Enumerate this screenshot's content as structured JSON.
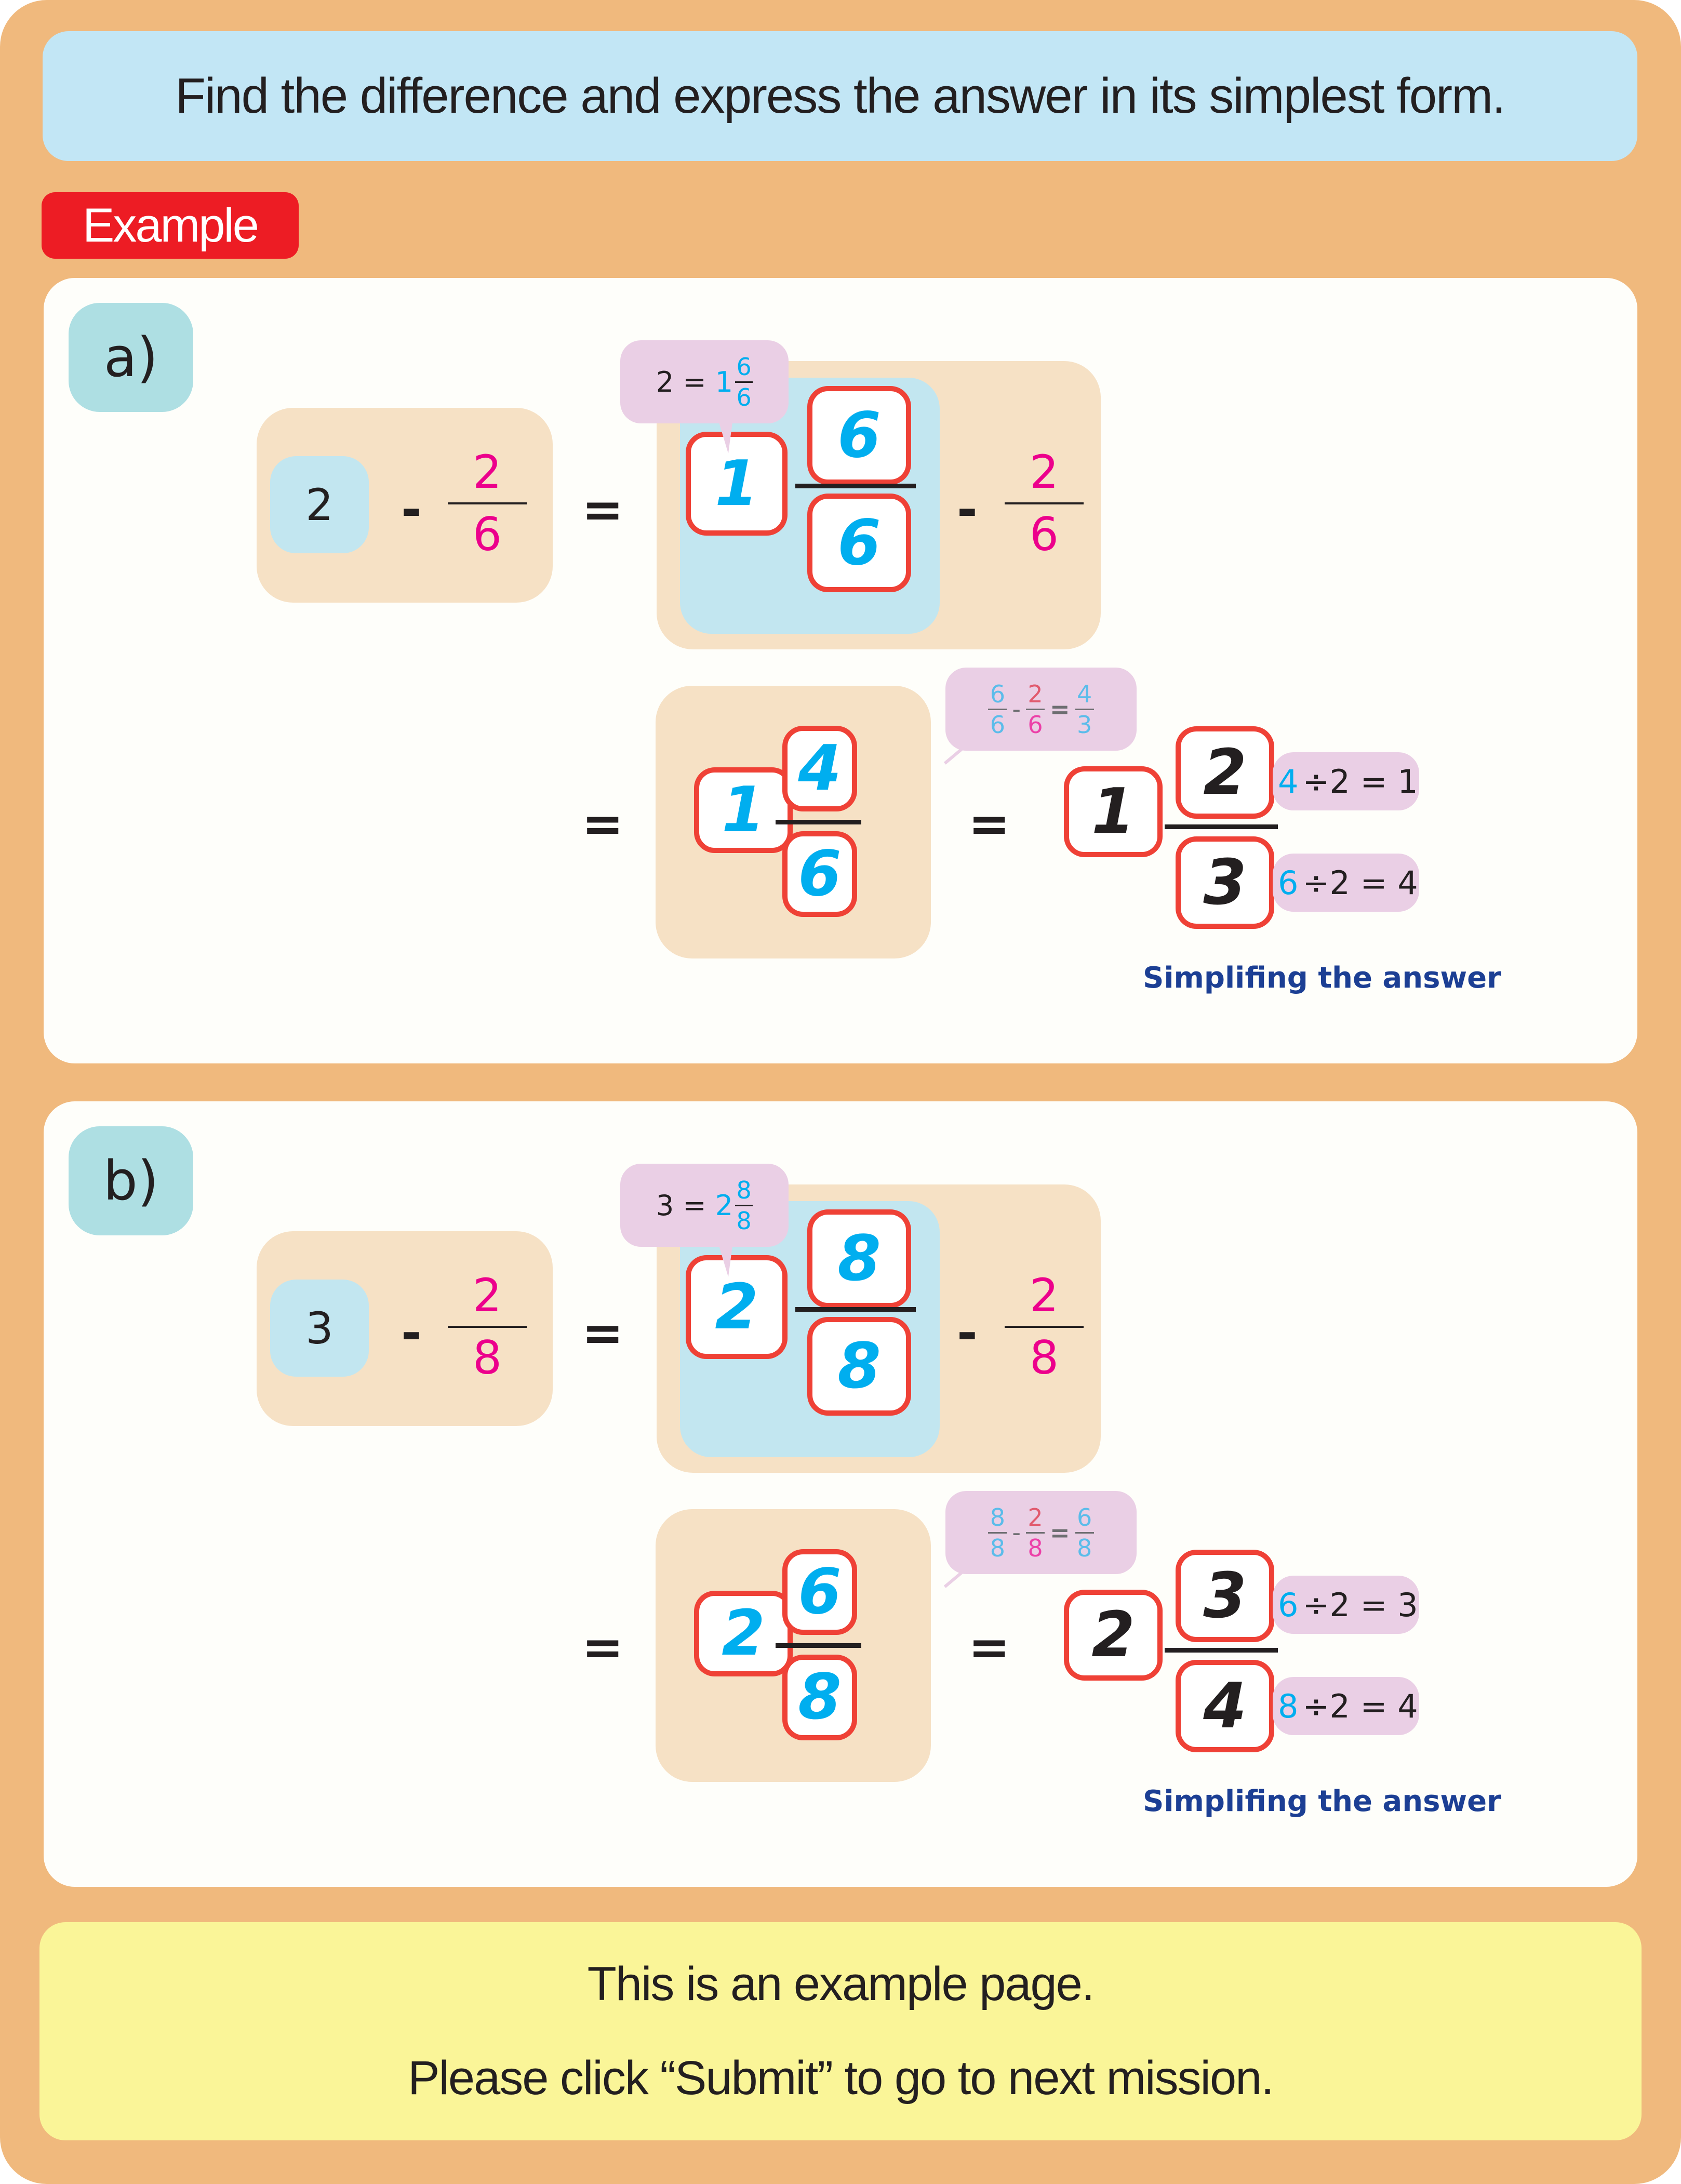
{
  "instruction": "Find the difference and express the answer in its simplest form.",
  "badge": "Example",
  "colors": {
    "frame": "#F0B97D",
    "instruction_bg": "#C2E6F5",
    "badge_bg": "#ED1C24",
    "card_border": "#EF4136",
    "blue_digit": "#00AEEF",
    "pink_digit": "#EC008C",
    "bubble_bg": "#EACFE5",
    "caption": "#1C3F94",
    "footer_bg": "#FAF598"
  },
  "problems": [
    {
      "label": "a)",
      "whole": "2",
      "minus": "-",
      "equals": "=",
      "subtrahend": {
        "num": "2",
        "den": "6"
      },
      "regroup_hint": {
        "lhs": "2",
        "eq": "=",
        "whole": "1",
        "num": "6",
        "den": "6"
      },
      "regrouped": {
        "whole": "1",
        "num": "6",
        "den": "6"
      },
      "step_hint": {
        "a_num": "6",
        "a_den": "6",
        "minus": "-",
        "b_num": "2",
        "b_den": "6",
        "eq": "=",
        "r_num": "4",
        "r_den": "3"
      },
      "difference": {
        "whole": "1",
        "num": "4",
        "den": "6"
      },
      "answer": {
        "whole": "1",
        "num": "2",
        "den": "3"
      },
      "num_hint": {
        "a": "4",
        "op": "÷2 = 1"
      },
      "den_hint": {
        "a": "6",
        "op": "÷2 = 4"
      },
      "caption": "Simplifing the answer"
    },
    {
      "label": "b)",
      "whole": "3",
      "minus": "-",
      "equals": "=",
      "subtrahend": {
        "num": "2",
        "den": "8"
      },
      "regroup_hint": {
        "lhs": "3",
        "eq": "=",
        "whole": "2",
        "num": "8",
        "den": "8"
      },
      "regrouped": {
        "whole": "2",
        "num": "8",
        "den": "8"
      },
      "step_hint": {
        "a_num": "8",
        "a_den": "8",
        "minus": "-",
        "b_num": "2",
        "b_den": "8",
        "eq": "=",
        "r_num": "6",
        "r_den": "8"
      },
      "difference": {
        "whole": "2",
        "num": "6",
        "den": "8"
      },
      "answer": {
        "whole": "2",
        "num": "3",
        "den": "4"
      },
      "num_hint": {
        "a": "6",
        "op": "÷2 = 3"
      },
      "den_hint": {
        "a": "8",
        "op": "÷2 = 4"
      },
      "caption": "Simplifing the answer"
    }
  ],
  "footer": {
    "line1": "This is an example page.",
    "line2": "Please click “Submit” to go to next mission."
  }
}
